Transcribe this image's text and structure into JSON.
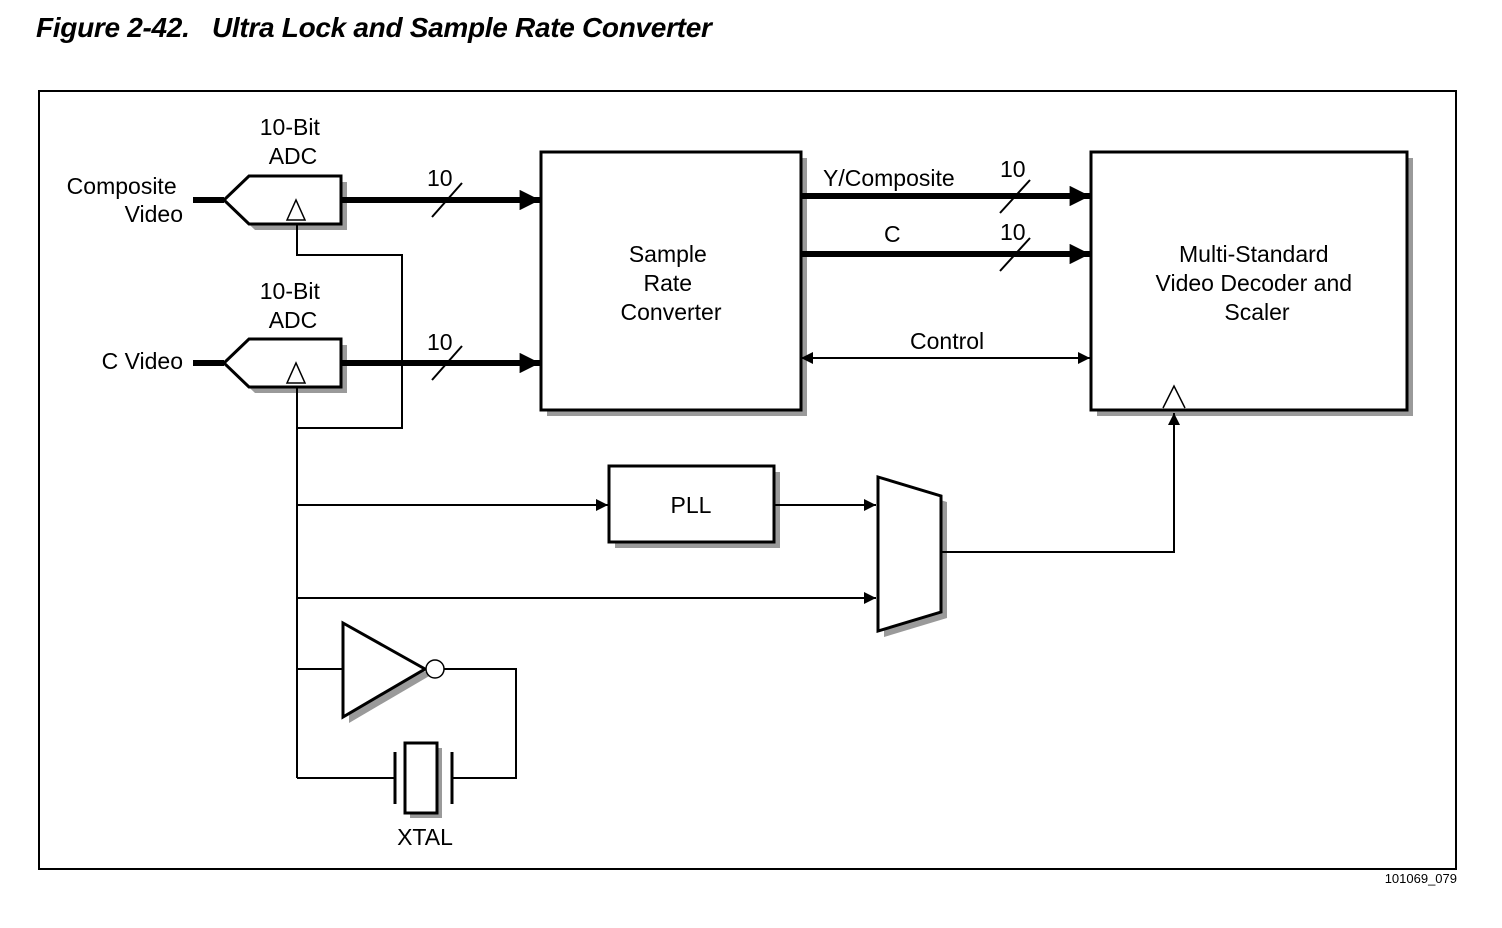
{
  "figure": {
    "title": "Figure 2-42.   Ultra Lock and Sample Rate Converter",
    "id": "101069_079"
  },
  "inputs": {
    "composite": [
      "Composite",
      "Video"
    ],
    "c_video": "C Video"
  },
  "blocks": {
    "adc_top": [
      "10-Bit",
      "ADC"
    ],
    "adc_bottom": [
      "10-Bit",
      "ADC"
    ],
    "src": [
      "Sample",
      "Rate",
      "Converter"
    ],
    "decoder": [
      "Multi-Standard",
      "Video Decoder and",
      "Scaler"
    ],
    "pll": "PLL",
    "xtal": "XTAL"
  },
  "buses": {
    "adc_top_width": "10",
    "adc_bottom_width": "10",
    "y_label": "Y/Composite",
    "y_width": "10",
    "c_label": "C",
    "c_width": "10",
    "control_label": "Control"
  }
}
